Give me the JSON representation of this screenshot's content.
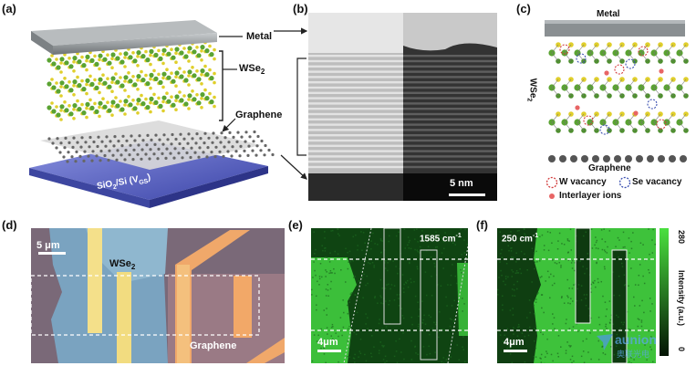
{
  "panels": {
    "a": {
      "label": "(a)",
      "metal": "Metal",
      "wse2": "WSe",
      "wse2_sub": "2",
      "graphene": "Graphene",
      "substrate": "SiO",
      "substrate_sub": "2",
      "substrate_rest": "/Si (V",
      "substrate_gs": "GS",
      "substrate_close": ")"
    },
    "b": {
      "label": "(b)",
      "scale": "5 nm"
    },
    "c": {
      "label": "(c)",
      "metal": "Metal",
      "wse2": "WSe",
      "wse2_sub": "2",
      "graphene": "Graphene",
      "legend": {
        "w_vacancy": "W vacancy",
        "se_vacancy": "Se vacancy",
        "ions": "Interlayer ions"
      }
    },
    "d": {
      "label": "(d)",
      "scale": "5 μm",
      "wse2": "WSe",
      "wse2_sub": "2",
      "graphene": "Graphene"
    },
    "e": {
      "label": "(e)",
      "wavenumber": "1585 cm",
      "wavenumber_sup": "-1",
      "scale": "4μm"
    },
    "f": {
      "label": "(f)",
      "wavenumber": "250 cm",
      "wavenumber_sup": "-1",
      "scale": "4μm",
      "colorbar": {
        "max": "280",
        "min": "0",
        "title": "Intensity (a.u.)"
      }
    }
  },
  "watermark": {
    "text": "aunion",
    "subtext": "奥联光电"
  },
  "colors": {
    "metal": "#8e9396",
    "w_atom": "#5aa332",
    "se_atom": "#e0cf2b",
    "substrate": "#5a64c4",
    "raman_bright": "#3fbf3a",
    "raman_dark": "#0e3d10",
    "w_vacancy": "#d23b3b",
    "se_vacancy": "#3a4fb0",
    "ion": "#e86565"
  }
}
